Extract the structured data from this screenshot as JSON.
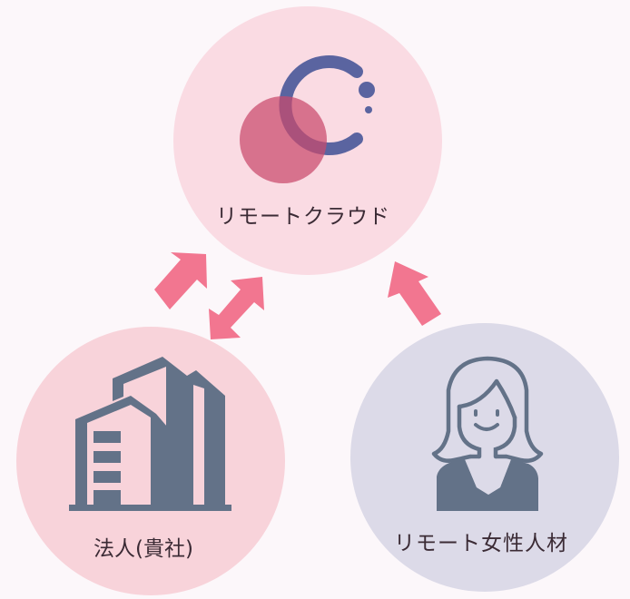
{
  "diagram": {
    "title": "",
    "nodes": [
      {
        "id": "remote-cloud",
        "label": "リモートクラウド",
        "icon": "remote-cloud-logo",
        "color": "#fadbe3"
      },
      {
        "id": "corporation",
        "label": "法人(貴社)",
        "icon": "office-building-icon",
        "color": "#f8d3da"
      },
      {
        "id": "remote-women",
        "label": "リモート女性人材",
        "icon": "woman-avatar-icon",
        "color": "#dcdae8"
      }
    ],
    "edges": [
      {
        "from": "corporation",
        "to": "remote-cloud",
        "type": "one-way"
      },
      {
        "from": "corporation",
        "to": "remote-cloud",
        "type": "two-way"
      },
      {
        "from": "remote-women",
        "to": "remote-cloud",
        "type": "one-way"
      }
    ],
    "colors": {
      "arrow": "#f27690",
      "icon": "#637288",
      "logo_ring": "#5a64a0",
      "logo_circle": "#d3607a",
      "text": "#3b2b35",
      "background": "#fcf7fa"
    }
  }
}
